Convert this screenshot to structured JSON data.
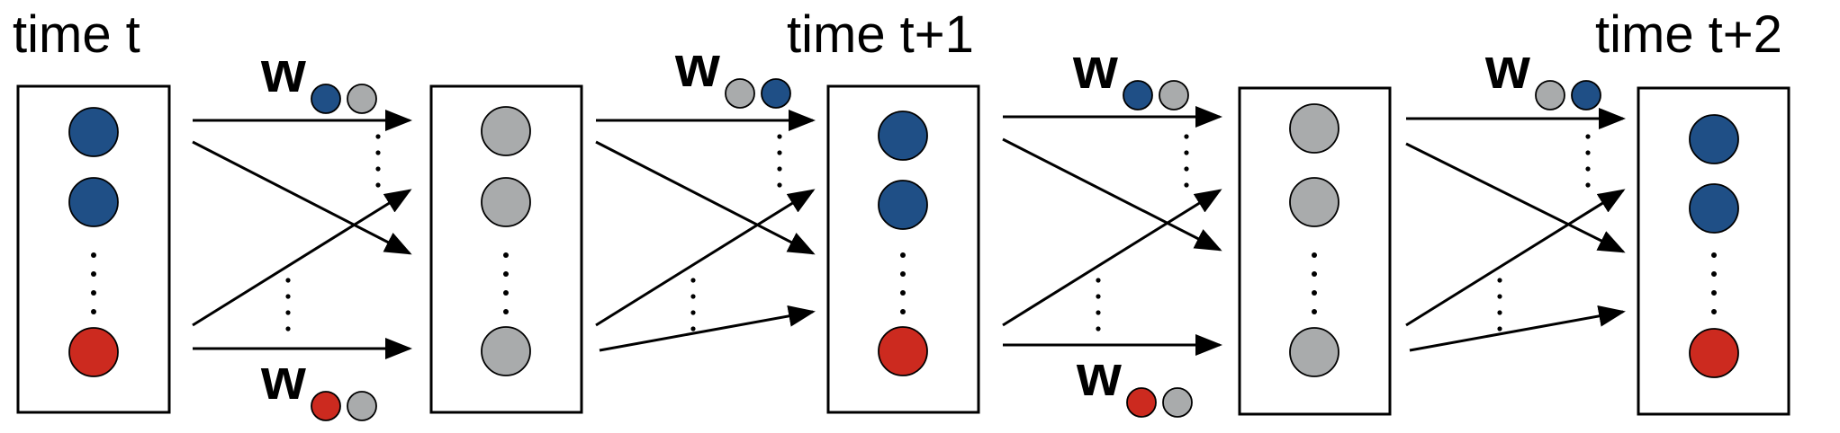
{
  "labels": {
    "time_t": "time t",
    "time_t1": "time t+1",
    "time_t2": "time t+2",
    "weight": "w"
  },
  "colors": {
    "blue": "#1f4f86",
    "red": "#cc2a1f",
    "gray": "#a9abac"
  },
  "layers": [
    {
      "nodes": [
        "blue",
        "blue",
        "red"
      ]
    },
    {
      "nodes": [
        "gray",
        "gray",
        "gray"
      ]
    },
    {
      "nodes": [
        "blue",
        "blue",
        "red"
      ]
    },
    {
      "nodes": [
        "gray",
        "gray",
        "gray"
      ]
    },
    {
      "nodes": [
        "blue",
        "blue",
        "red"
      ]
    }
  ],
  "weights_top": [
    {
      "left": "blue",
      "right": "gray"
    },
    {
      "left": "gray",
      "right": "blue"
    },
    {
      "left": "blue",
      "right": "gray"
    },
    {
      "left": "gray",
      "right": "blue"
    }
  ],
  "weights_bottom": [
    {
      "left": "red",
      "right": "gray"
    },
    null,
    {
      "left": "red",
      "right": "gray"
    },
    null
  ]
}
